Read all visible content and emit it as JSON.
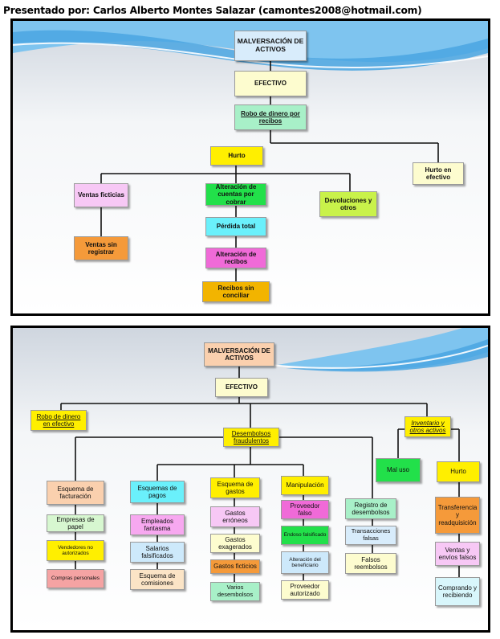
{
  "header": "Presentado por: Carlos Alberto Montes Salazar (camontes2008@hotmail.com)",
  "colors": {
    "light_blue": "#d8ecfb",
    "light_yellow": "#fdfccf",
    "mint": "#a8f0c8",
    "yellow": "#ffef00",
    "lavender": "#f7c8f5",
    "green": "#22e04a",
    "lime": "#c9f24a",
    "cyan": "#6af0fb",
    "orange": "#f59a3a",
    "magenta": "#f06ad8",
    "gold": "#f2b400",
    "peach": "#fad0ae",
    "pink": "#f5a3a3"
  },
  "panel1": {
    "malversacion": "MALVERSACIÓN DE ACTIVOS",
    "efectivo": "EFECTIVO",
    "robo": "Robo de dinero por recibos",
    "hurto": "Hurto",
    "hurto_efectivo": "Hurto en efectivo",
    "ventas_ficticias": "Ventas ficticias",
    "alteracion_cuentas": "Alteración de cuentas por cobrar",
    "devoluciones": "Devoluciones y otros",
    "ventas_sin_registrar": "Ventas sin registrar",
    "perdida_total": "Pérdida total",
    "alteracion_recibos": "Alteración de recibos",
    "recibos_sin_conciliar": "Recibos sin conciliar"
  },
  "panel2": {
    "malversacion": "MALVERSACIÓN DE ACTIVOS",
    "efectivo": "EFECTIVO",
    "robo_efectivo": "Robo de dinero en efectivo",
    "desembolsos": "Desembolsos fraudulentos",
    "inventario": "Inventario y otros activos",
    "mal_uso": "Mal uso",
    "hurto": "Hurto",
    "esquema_facturacion": "Esquema de facturación",
    "empresas_papel": "Empresas de papel",
    "vendedores_no_autorizados": "Vendedores no autorizados",
    "compras_personales": "Compras personales",
    "esquema_pagos": "Esquemas de pagos",
    "empleados_fantasma": "Empleados fantasma",
    "salarios_falsificados": "Salarios falsificados",
    "esquema_comisiones": "Esquema de comisiones",
    "esquema_gastos": "Esquema de gastos",
    "gastos_erroneos": "Gastos erróneos",
    "gastos_exagerados": "Gastos exagerados",
    "gastos_ficticios": "Gastos ficticios",
    "varios_desembolsos": "Varios desembolsos",
    "manipulacion": "Manipulación",
    "proveedor_falso": "Proveedor falso",
    "endoso_falsificado": "Endoso falsificado",
    "alteracion_beneficiario": "Alteración del beneficiario",
    "proveedor_autorizado": "Proveedor autorizado",
    "registro_desembolsos": "Registro de desembolsos",
    "transacciones_falsas": "Transacciones falsas",
    "falsos_reembolsos": "Falsos reembolsos",
    "transferencia": "Transferencia y readquisición",
    "ventas_envios": "Ventas y envíos falsos",
    "comprando": "Comprando y recibiendo"
  }
}
